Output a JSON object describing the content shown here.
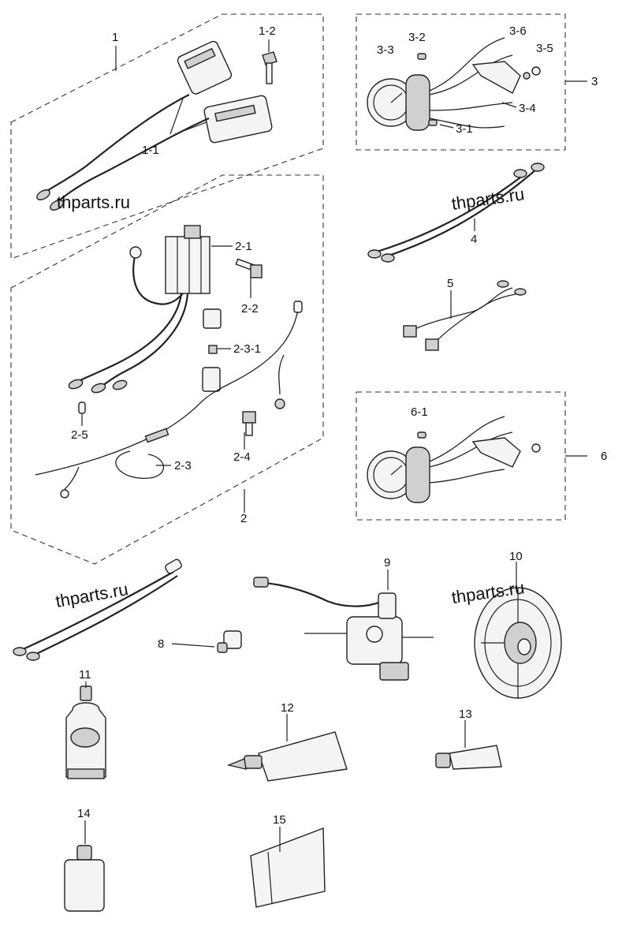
{
  "watermark": "thparts.ru",
  "labels": {
    "l1": "1",
    "l1_1": "1-1",
    "l1_2": "1-2",
    "l2": "2",
    "l2_1": "2-1",
    "l2_2": "2-2",
    "l2_3": "2-3",
    "l2_3_1": "2-3-1",
    "l2_4": "2-4",
    "l2_5": "2-5",
    "l3": "3",
    "l3_1": "3-1",
    "l3_2": "3-2",
    "l3_3": "3-3",
    "l3_4": "3-4",
    "l3_5": "3-5",
    "l3_6": "3-6",
    "l4": "4",
    "l5": "5",
    "l6": "6",
    "l6_1": "6-1",
    "l8": "8",
    "l9": "9",
    "l10": "10",
    "l11": "11",
    "l12": "12",
    "l13": "13",
    "l14": "14",
    "l15": "15"
  }
}
